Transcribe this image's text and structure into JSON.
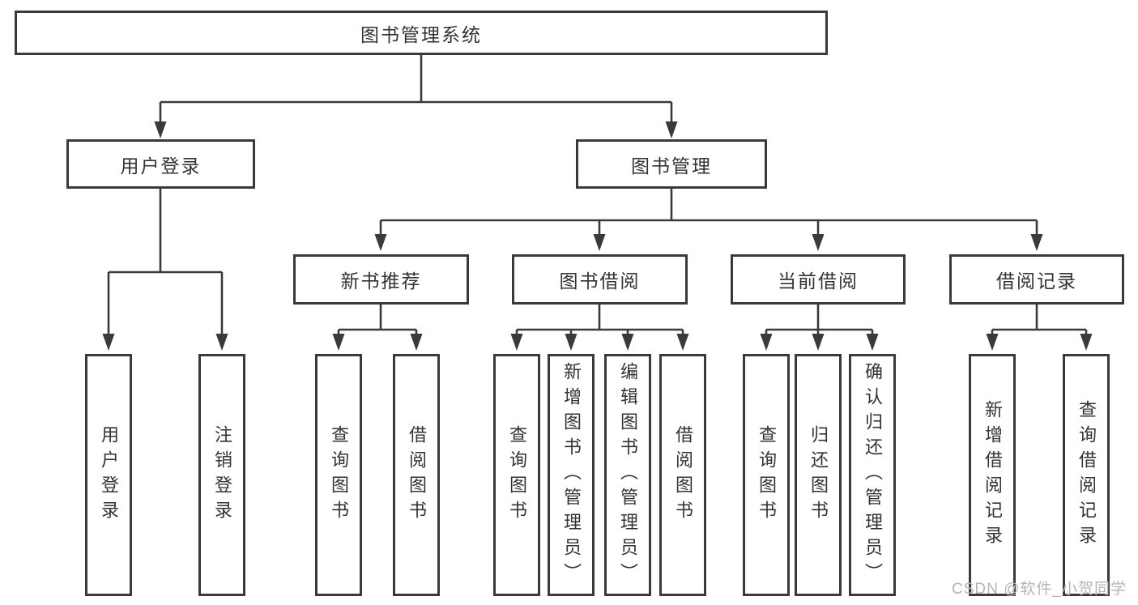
{
  "colors": {
    "line": "#3a3a3a",
    "text": "#333333",
    "watermark": "#b5b5b5",
    "box_background": "#ffffff"
  },
  "tree": {
    "label": "图书管理系统",
    "children": [
      {
        "label": "用户登录",
        "children": [
          {
            "label": "用户登录"
          },
          {
            "label": "注销登录"
          }
        ]
      },
      {
        "label": "图书管理",
        "children": [
          {
            "label": "新书推荐",
            "children": [
              {
                "label": "查询图书"
              },
              {
                "label": "借阅图书"
              }
            ]
          },
          {
            "label": "图书借阅",
            "children": [
              {
                "label": "查询图书"
              },
              {
                "label": "新增图书（管理员）"
              },
              {
                "label": "编辑图书（管理员）"
              },
              {
                "label": "借阅图书"
              }
            ]
          },
          {
            "label": "当前借阅",
            "children": [
              {
                "label": "查询图书"
              },
              {
                "label": "归还图书"
              },
              {
                "label": "确认归还（管理员）"
              }
            ]
          },
          {
            "label": "借阅记录",
            "children": [
              {
                "label": "新增借阅记录"
              },
              {
                "label": "查询借阅记录"
              }
            ]
          }
        ]
      }
    ]
  },
  "watermark": {
    "text": "CSDN @软件_小贺同学"
  }
}
